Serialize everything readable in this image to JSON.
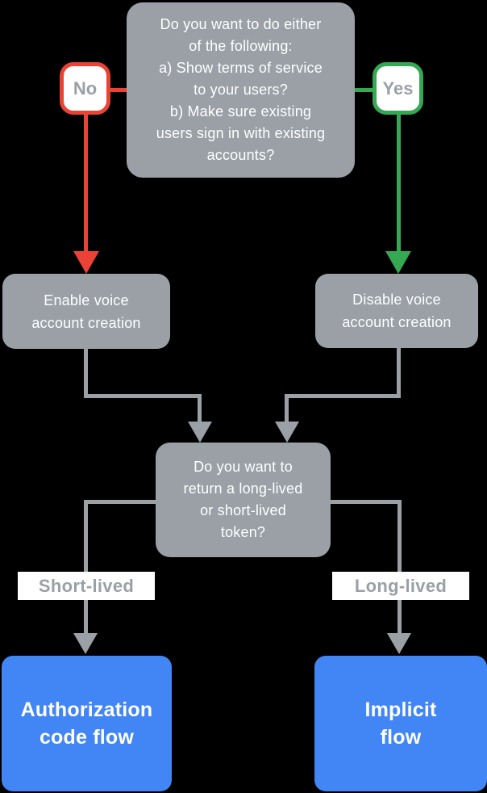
{
  "colors": {
    "node_gray": "#9AA0A6",
    "connector_gray": "#9AA0A6",
    "arrow_red": "#EA4335",
    "arrow_green": "#34A853",
    "terminal_blue": "#4285F4",
    "label_text": "#9AA0A6",
    "node_text": "#FFFFFF",
    "badge_bg": "#FFFFFF"
  },
  "flowchart": {
    "top_question": {
      "lines": [
        "Do you want to do either",
        "of the following:",
        "a) Show terms of service",
        "to your users?",
        "b) Make sure existing",
        "users sign in with existing",
        "accounts?"
      ]
    },
    "no_badge": "No",
    "yes_badge": "Yes",
    "enable_node": {
      "lines": [
        "Enable voice",
        "account creation"
      ]
    },
    "disable_node": {
      "lines": [
        "Disable voice",
        "account creation"
      ]
    },
    "token_question": {
      "lines": [
        "Do you want to",
        "return a long-lived",
        "or short-lived",
        "token?"
      ]
    },
    "short_lived_label": "Short-lived",
    "long_lived_label": "Long-lived",
    "auth_code_node": {
      "lines": [
        "Authorization",
        "code flow"
      ]
    },
    "implicit_node": {
      "lines": [
        "Implicit",
        "flow"
      ]
    }
  }
}
